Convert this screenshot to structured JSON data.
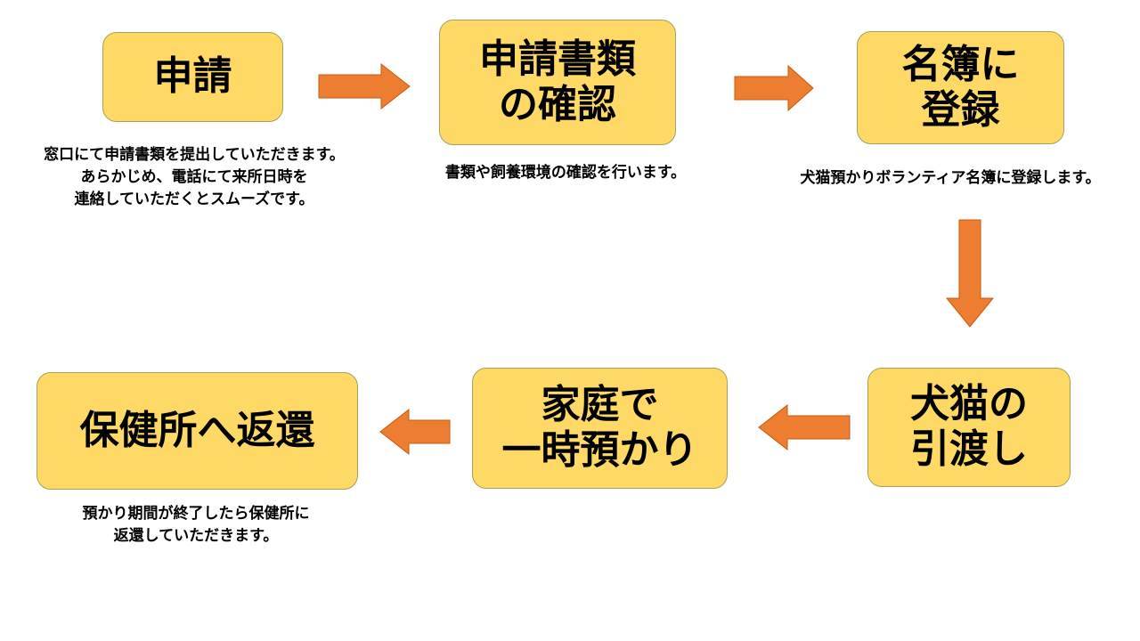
{
  "colors": {
    "box_fill": "#ffd966",
    "box_border": "#a6a05a",
    "arrow": "#ed7d31"
  },
  "steps": [
    {
      "title_lines": [
        "申請"
      ],
      "caption_lines": [
        "窓口にて申請書類を提出していただきます。",
        "あらかじめ、電話にて来所日時を",
        "連絡していただくとスムーズです。"
      ]
    },
    {
      "title_lines": [
        "申請書類",
        "の確認"
      ],
      "caption_lines": [
        "書類や飼養環境の確認を行います。"
      ]
    },
    {
      "title_lines": [
        "名簿に",
        "登録"
      ],
      "caption_lines": [
        "犬猫預かりボランティア名簿に登録します。"
      ]
    },
    {
      "title_lines": [
        "犬猫の",
        "引渡し"
      ],
      "caption_lines": []
    },
    {
      "title_lines": [
        "家庭で",
        "一時預かり"
      ],
      "caption_lines": []
    },
    {
      "title_lines": [
        "保健所へ返還"
      ],
      "caption_lines": [
        "預かり期間が終了したら保健所に",
        "返還していただきます。"
      ]
    }
  ]
}
